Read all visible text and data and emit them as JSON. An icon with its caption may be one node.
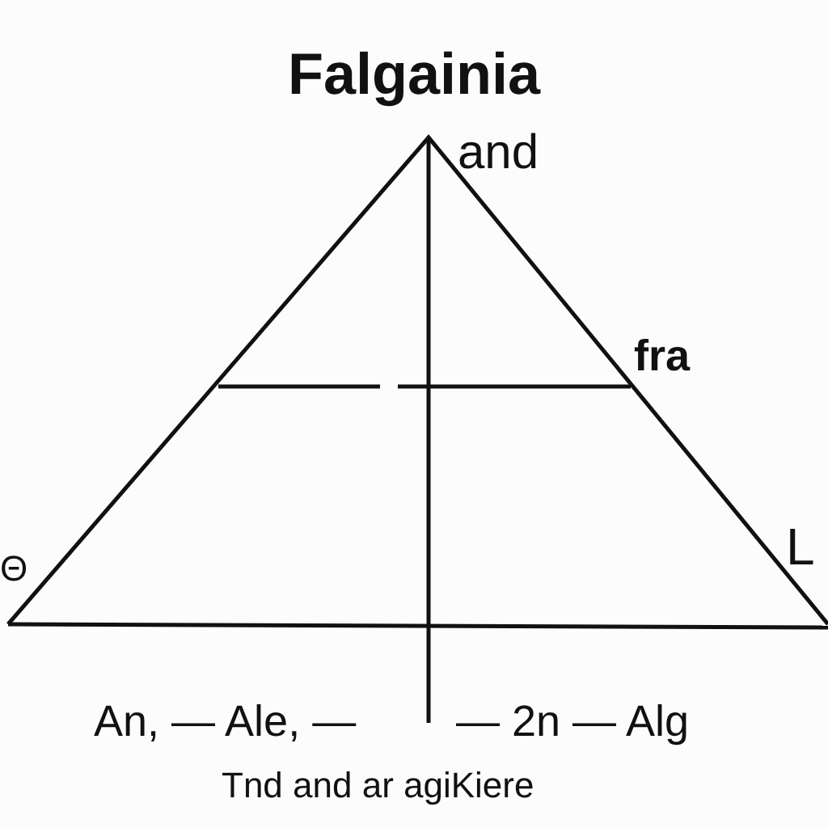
{
  "diagram": {
    "title": "Falgainia",
    "labels": [
      "and",
      "fra",
      "L",
      "Θ",
      "An, — Ale, —",
      "— 2n — Alg",
      "Tnd and ar agiKiere"
    ]
  }
}
